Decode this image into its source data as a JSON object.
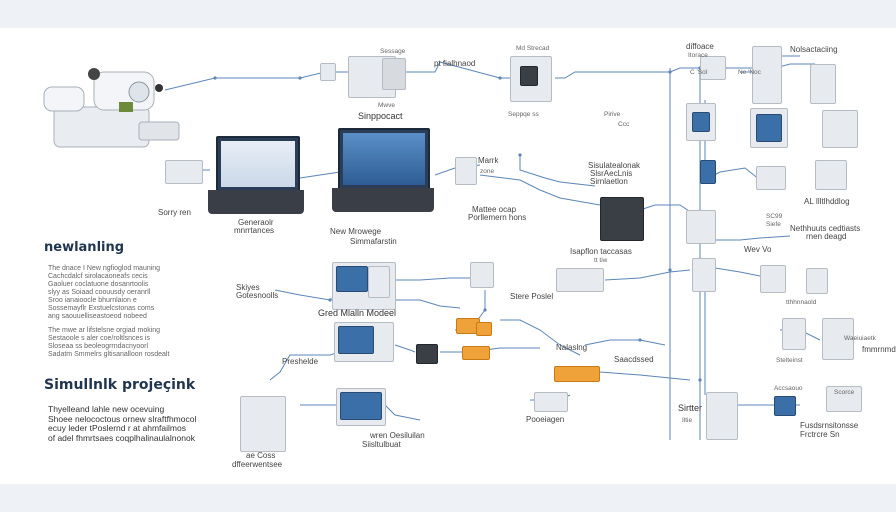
{
  "heading": "newlanling",
  "para1": [
    "The dnace I New ngfioglod mauning",
    "Cachcdalcf sirolacaoneafs cecis",
    "Gaoluer coclatuone dosanrtoolis",
    "slyy as Soiaad coouusdy oeranrll",
    "Sroo ianaioocle bhurnlaion e",
    "Sossemayflr Exstuelcstonas coms",
    "ang saouuelliseastoeod nobeed"
  ],
  "para2": [
    "The mwe ar lifstelsne orgiad moking",
    "Sestaoole s aler coe/roltlsnces is",
    "Sloseaa ss beoleogrrndacnyoorl",
    "Sadatm Smmelrs gltisanalloon rosdealt"
  ],
  "title2": "Simullnlk projeçink",
  "para3": [
    "Thyelleand lahle new ocevuing",
    "Shoee nelococtous ornew slraftfhmocol",
    "ecuy leder tPoslernd r at ahmfailmos",
    "of adel fhmrtsaes coqplhalinaulalnonok"
  ],
  "labels": {
    "sensor_top": "Sessage",
    "pt_label": "pt fialhnaod",
    "md_stream": "Md Strecad",
    "diffuse": "diffoace",
    "diffuse_sub": "Itorace",
    "no_label": "Nolsactaciing",
    "ne_label": "Ne 'Noc",
    "c_label": "C 'Sol",
    "waw": "Mwve",
    "supplier": "Sinppocact",
    "supplier_sub": "Seppqe ss",
    "prive": "Pirive",
    "prive_sub": "Ccc",
    "sorry": "Sorry ren",
    "generator": "Generaolr",
    "generator_sub": "mnrrtances",
    "mark": "Marrk",
    "mark_sub": "zone",
    "sisula": "Sisulatealonak",
    "sisula2": "SlsrAecLnis",
    "sisula3": "Sirnlaetlon",
    "matter": "Mattee ocap",
    "matter_sub": "Porllemern hons",
    "new_model": "New Mrowege",
    "new_model_sub": "Simmafarstin",
    "sapflon": "Isapflon taccasas",
    "sapflon_sub": "tt tiw",
    "al_label": "AL Illtlhddlog",
    "sc": "SC99",
    "sc_sub": "Siefe",
    "nethuts": "Nethhuuts cedtiasts",
    "nethuts_sub": "rnen deagd",
    "wev": "Wev Vo",
    "skyes": "Skiyes",
    "skyes_sub": "Gotesnoolls",
    "stere_poslel": "Stere Poslel",
    "grd_model": "Gred Mlalln Modeel",
    "presheie": "Preshelde",
    "nalsing": "Nalaslng",
    "sacaed": "Saacdssed",
    "pocle": "Pooeiagen",
    "sirten": "Sirtter",
    "ite": "Iltie",
    "accasson": "Accsaouo",
    "scorce": "Scorce",
    "steltoinst": "Stelteinst",
    "fusdsn": "Fusdsrnsitonsse",
    "fusdsn_sub": "Frctrcre Sn",
    "tthhnna": "tthhnnaold",
    "wouta": "Waeiuiaetk",
    "mmnirnd": "fmmrnmd",
    "ae_coss": "ae Coss",
    "dfferen": "dffeerwentsee",
    "wren_oss": "wren Oesiluilan",
    "sistulbua": "Siisltulbuat"
  }
}
